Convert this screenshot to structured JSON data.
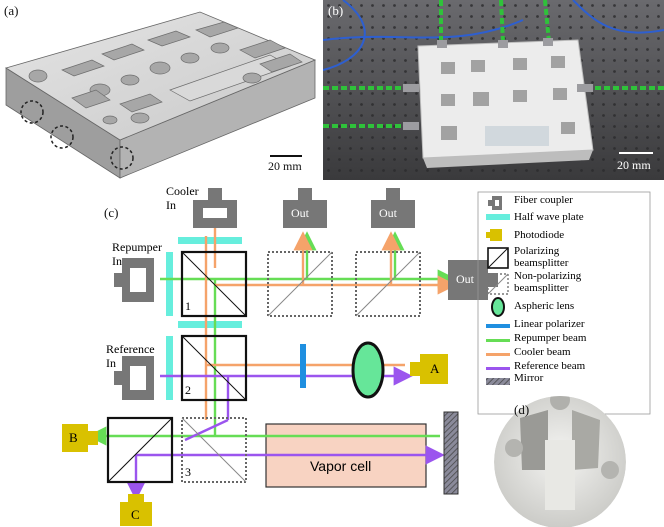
{
  "panels": {
    "a": {
      "tag": "(a)",
      "scale_bar": "20 mm"
    },
    "b": {
      "tag": "(b)",
      "scale_bar": "20 mm"
    },
    "c": {
      "tag": "(c)",
      "inputs": {
        "cooler": [
          "Cooler",
          "In"
        ],
        "repumper": [
          "Repumper",
          "In"
        ],
        "reference": [
          "Reference",
          "In"
        ]
      },
      "out_label": "Out",
      "beamsplitter_numbers": [
        "1",
        "2",
        "3"
      ],
      "detectors": [
        "A",
        "B",
        "C"
      ],
      "vapor_cell": "Vapor cell",
      "legend": [
        {
          "key": "fiber",
          "label": "Fiber coupler"
        },
        {
          "key": "hwp",
          "label": "Half wave plate"
        },
        {
          "key": "pd",
          "label": "Photodiode"
        },
        {
          "key": "pbs",
          "label": [
            "Polarizing",
            "beamsplitter"
          ]
        },
        {
          "key": "npbs",
          "label": [
            "Non-polarizing",
            "beamsplitter"
          ]
        },
        {
          "key": "lens",
          "label": "Aspheric lens"
        },
        {
          "key": "polarizer",
          "label": "Linear polarizer"
        },
        {
          "key": "repumper",
          "label": "Repumper beam"
        },
        {
          "key": "cooler",
          "label": "Cooler beam"
        },
        {
          "key": "reference",
          "label": "Reference beam"
        },
        {
          "key": "mirror",
          "label": "Mirror"
        }
      ]
    },
    "d": {
      "tag": "(d)"
    }
  },
  "colors": {
    "repumper": "#66dd55",
    "cooler": "#f5a36a",
    "reference": "#9b55ee",
    "half_wave_plate": "#66eedd",
    "photodiode": "#d9c100",
    "polarizer": "#1f8fe0",
    "lens": "#66e699",
    "vapor_cell": "#f8d3c2",
    "fiber_coupler": "#777777"
  }
}
